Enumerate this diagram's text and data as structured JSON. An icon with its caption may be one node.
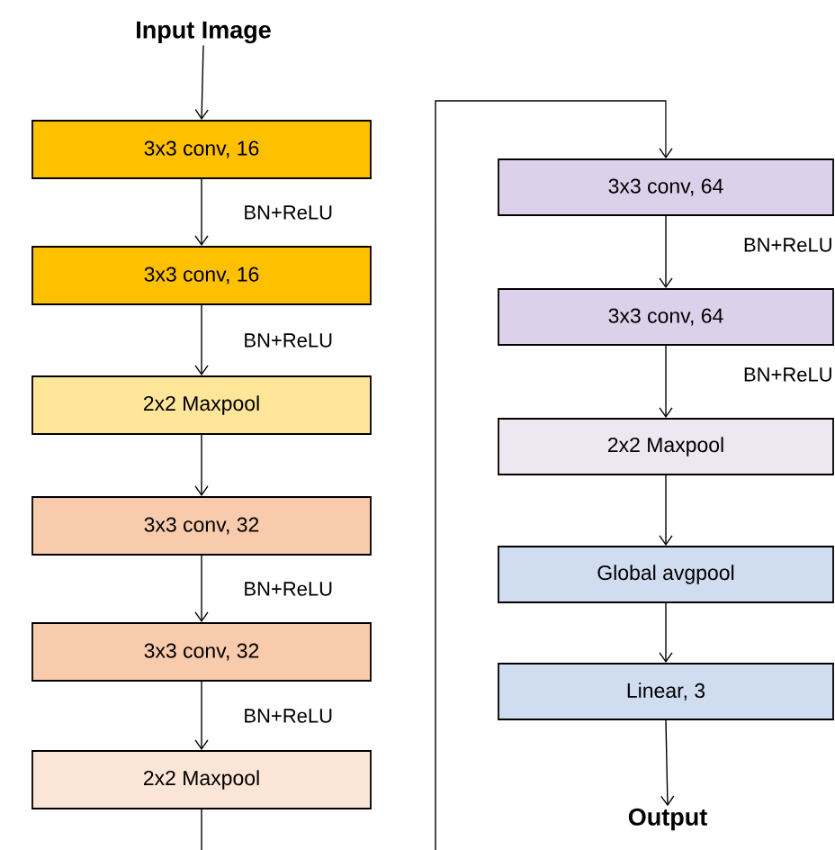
{
  "diagram": {
    "nodes": [
      {
        "text": [
          "Input Image"
        ]
      },
      {
        "text": [
          "3x3 conv, 16"
        ]
      },
      {
        "text": [
          "3x3 conv, 16"
        ]
      },
      {
        "text": [
          "2x2 Maxpool"
        ]
      },
      {
        "text": [
          "3x3 conv, 32"
        ]
      },
      {
        "text": [
          "3x3 conv, 32"
        ]
      },
      {
        "text": [
          "2x2 Maxpool"
        ]
      },
      {
        "text": [
          "3x3 conv, 64"
        ]
      },
      {
        "text": [
          "3x3 conv, 64"
        ]
      },
      {
        "text": [
          "2x2 Maxpool"
        ]
      },
      {
        "text": [
          "Global avgpool"
        ]
      },
      {
        "text": [
          "Linear, 3"
        ]
      },
      {
        "text": [
          "Output"
        ]
      }
    ],
    "edges": [
      {
        "from": 0,
        "to": 1,
        "arrow": "to"
      },
      {
        "from": 1,
        "to": 2,
        "arrow": "to",
        "label": "BN+ReLU"
      },
      {
        "from": 2,
        "to": 3,
        "arrow": "to",
        "label": "BN+ReLU"
      },
      {
        "from": 3,
        "to": 4,
        "arrow": "to"
      },
      {
        "from": 4,
        "to": 5,
        "arrow": "to",
        "label": "BN+ReLU"
      },
      {
        "from": 5,
        "to": 6,
        "arrow": "to",
        "label": "BN+ReLU"
      },
      {
        "from": 6,
        "to": 7,
        "arrow": "to"
      },
      {
        "from": 7,
        "to": 8,
        "arrow": "to",
        "label": "BN+ReLU"
      },
      {
        "from": 8,
        "to": 9,
        "arrow": "to",
        "label": "BN+ReLU"
      },
      {
        "from": 9,
        "to": 10,
        "arrow": "to"
      },
      {
        "from": 10,
        "to": 11,
        "arrow": "to"
      },
      {
        "from": 11,
        "to": 12,
        "arrow": "to"
      }
    ]
  }
}
